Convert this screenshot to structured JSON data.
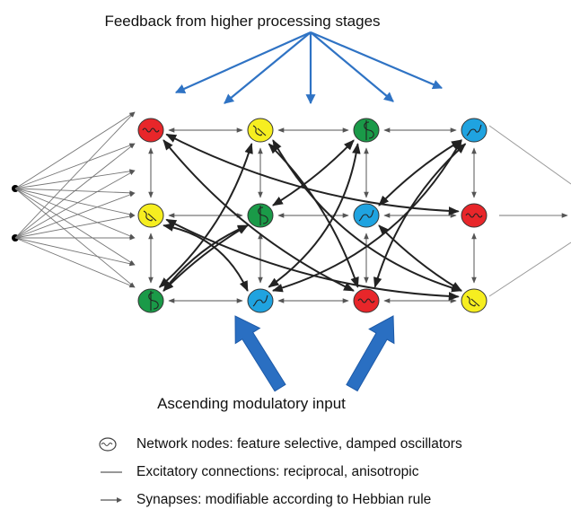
{
  "title": "Feedback from higher processing stages",
  "modulatory_label": "Ascending modulatory input",
  "colors": {
    "red": "#e8262a",
    "yellow": "#f6ee20",
    "green": "#1a9a48",
    "blue": "#1fa3e0",
    "feedback_arrow": "#2f73c4",
    "modulatory_arrow": "#2a6fc2",
    "connection": "#555555",
    "crossing": "#222222"
  },
  "nodes": [
    {
      "id": "n1",
      "color": "red",
      "row": 0,
      "col": 0,
      "icon": "wave-icon"
    },
    {
      "id": "n2",
      "color": "yellow",
      "row": 0,
      "col": 1,
      "icon": "spring-icon"
    },
    {
      "id": "n3",
      "color": "green",
      "row": 0,
      "col": 2,
      "icon": "s-curve-icon"
    },
    {
      "id": "n4",
      "color": "blue",
      "row": 0,
      "col": 3,
      "icon": "spiral-icon"
    },
    {
      "id": "n5",
      "color": "yellow",
      "row": 1,
      "col": 0,
      "icon": "spring-icon"
    },
    {
      "id": "n6",
      "color": "green",
      "row": 1,
      "col": 1,
      "icon": "s-curve-icon"
    },
    {
      "id": "n7",
      "color": "blue",
      "row": 1,
      "col": 2,
      "icon": "spiral-icon"
    },
    {
      "id": "n8",
      "color": "red",
      "row": 1,
      "col": 3,
      "icon": "wave-icon"
    },
    {
      "id": "n9",
      "color": "green",
      "row": 2,
      "col": 0,
      "icon": "s-curve-icon"
    },
    {
      "id": "n10",
      "color": "blue",
      "row": 2,
      "col": 1,
      "icon": "spiral-icon"
    },
    {
      "id": "n11",
      "color": "red",
      "row": 2,
      "col": 2,
      "icon": "wave-icon"
    },
    {
      "id": "n12",
      "color": "yellow",
      "row": 2,
      "col": 3,
      "icon": "spring-icon"
    }
  ],
  "legend": [
    {
      "icon": "oscillator-node-icon",
      "text": "Network nodes: feature selective, damped oscillators"
    },
    {
      "icon": "line-icon",
      "text": "Excitatory connections: reciprocal, anisotropic"
    },
    {
      "icon": "arrow-icon",
      "text": "Synapses: modifiable according to Hebbian rule"
    }
  ]
}
